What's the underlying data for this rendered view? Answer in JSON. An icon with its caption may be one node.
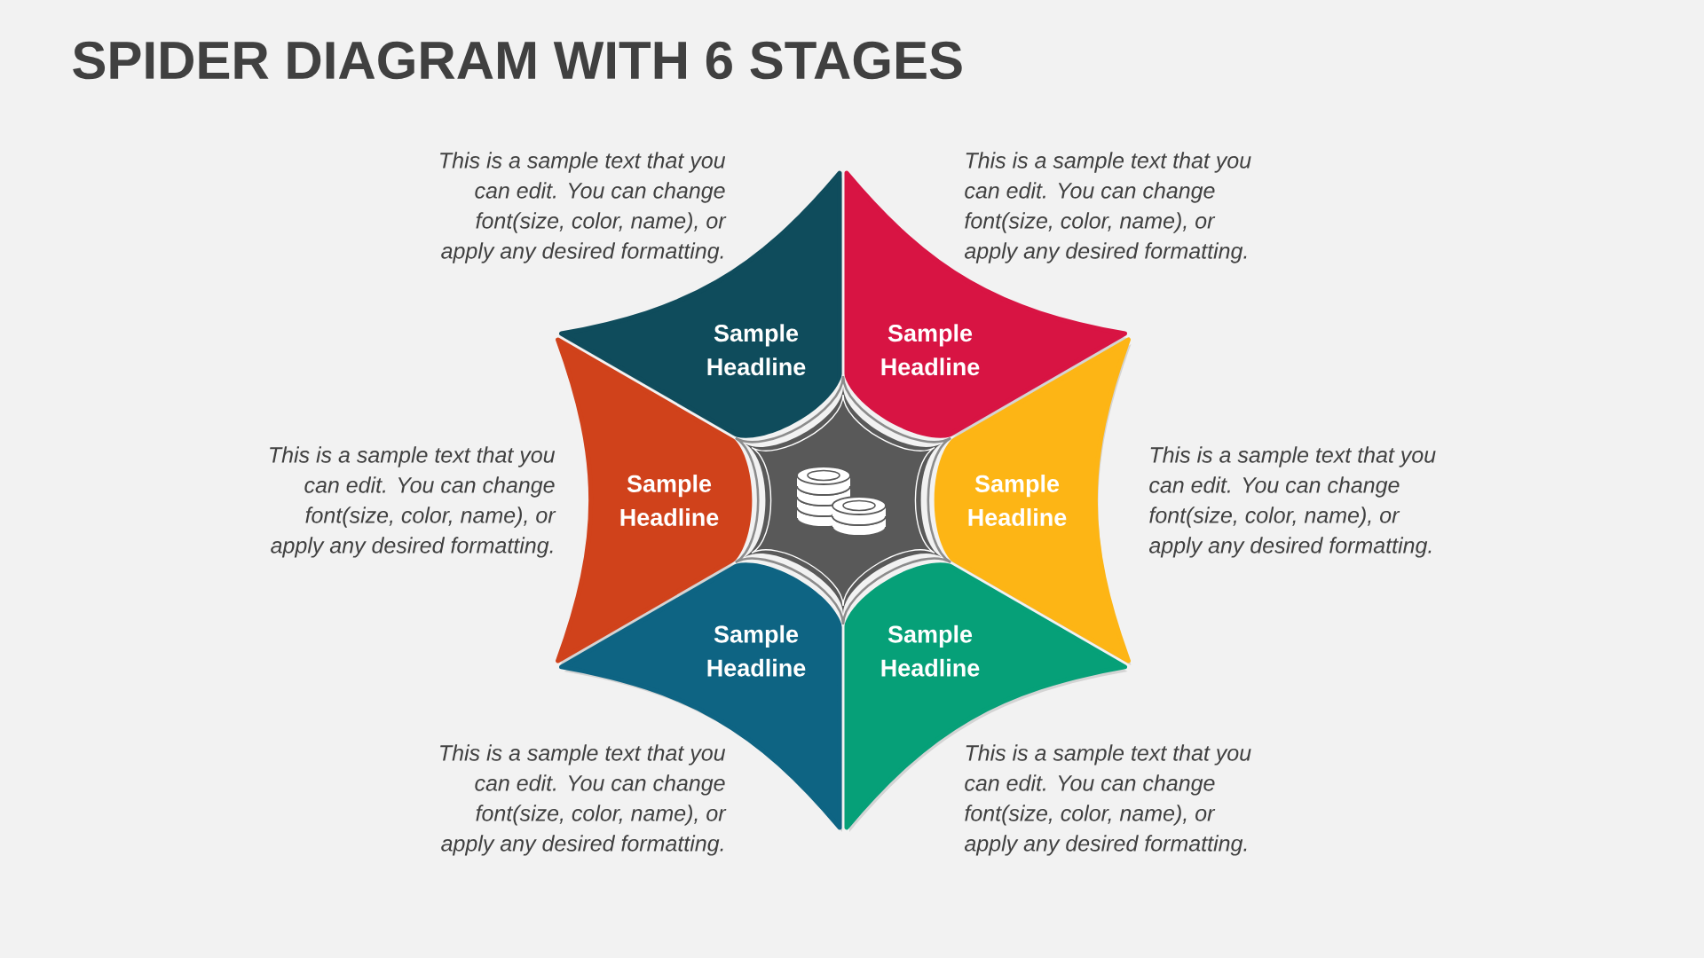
{
  "diagram": {
    "title": "SPIDER DIAGRAM WITH 6 STAGES",
    "nodes": [
      {
        "text": [
          "Sample Headline"
        ],
        "beside": [
          "This is a sample text that you can edit. You can change font(size, color, name), or apply any desired formatting."
        ]
      },
      {
        "text": [
          "Sample Headline"
        ],
        "beside": [
          "This is a sample text that you can edit. You can change font(size, color, name), or apply any desired formatting."
        ]
      },
      {
        "text": [
          "Sample Headline"
        ],
        "beside": [
          "This is a sample text that you can edit. You can change font(size, color, name), or apply any desired formatting."
        ]
      },
      {
        "text": [],
        "shape": "star"
      },
      {
        "text": [
          "Sample Headline"
        ],
        "beside": [
          "This is a sample text that you can edit. You can change font(size, color, name), or apply any desired formatting."
        ]
      },
      {
        "text": [
          "Sample Headline"
        ],
        "beside": [
          "This is a sample text that you can edit. You can change font(size, color, name), or apply any desired formatting."
        ]
      },
      {
        "text": [
          "Sample Headline"
        ],
        "beside": [
          "This is a sample text that you can edit. You can change font(size, color, name), or apply any desired formatting."
        ]
      }
    ]
  }
}
